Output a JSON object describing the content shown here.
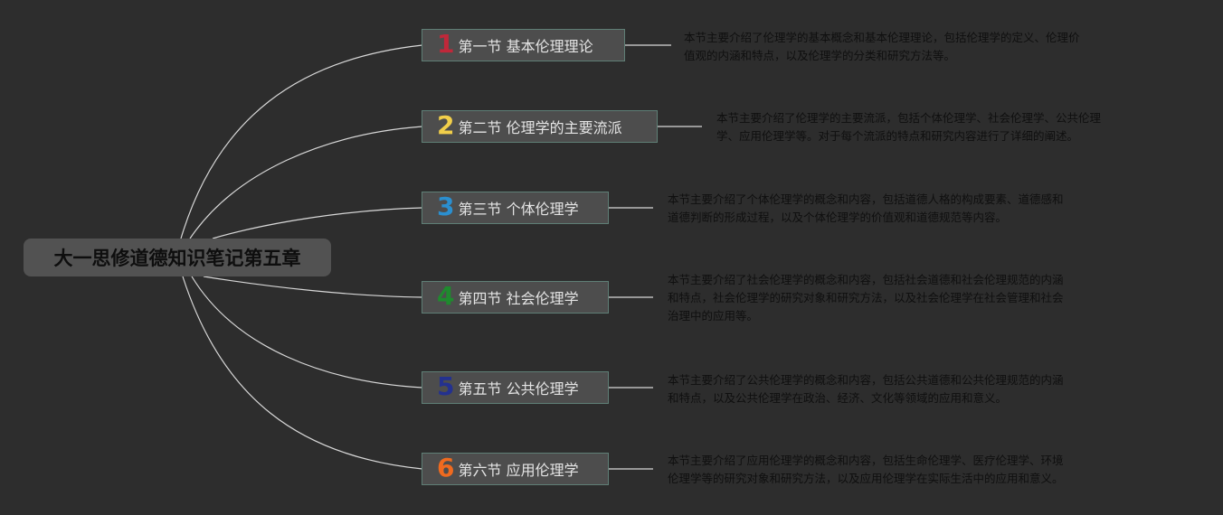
{
  "root": {
    "title": "大一思修道德知识笔记第五章"
  },
  "sections": [
    {
      "num": "1",
      "color": "#c0283a",
      "label": "第一节 基本伦理理论",
      "desc_lines": [
        "本节主要介绍了伦理学的基本概念和基本伦理理论，包括伦理学的定义、伦理价",
        "值观的内涵和特点，以及伦理学的分类和研究方法等。"
      ]
    },
    {
      "num": "2",
      "color": "#f2cf4a",
      "label": "第二节 伦理学的主要流派",
      "desc_lines": [
        "本节主要介绍了伦理学的主要流派，包括个体伦理学、社会伦理学、公共伦理",
        "学、应用伦理学等。对于每个流派的特点和研究内容进行了详细的阐述。"
      ]
    },
    {
      "num": "3",
      "color": "#2b8fcf",
      "label": "第三节 个体伦理学",
      "desc_lines": [
        "本节主要介绍了个体伦理学的概念和内容，包括道德人格的构成要素、道德感和",
        "道德判断的形成过程，以及个体伦理学的价值观和道德规范等内容。"
      ]
    },
    {
      "num": "4",
      "color": "#1f8a2e",
      "label": "第四节 社会伦理学",
      "desc_lines": [
        "本节主要介绍了社会伦理学的概念和内容，包括社会道德和社会伦理规范的内涵",
        "和特点，社会伦理学的研究对象和研究方法，以及社会伦理学在社会管理和社会",
        "治理中的应用等。"
      ]
    },
    {
      "num": "5",
      "color": "#24318f",
      "label": "第五节 公共伦理学",
      "desc_lines": [
        "本节主要介绍了公共伦理学的概念和内容，包括公共道德和公共伦理规范的内涵",
        "和特点，以及公共伦理学在政治、经济、文化等领域的应用和意义。"
      ]
    },
    {
      "num": "6",
      "color": "#ef6a1f",
      "label": "第六节 应用伦理学",
      "desc_lines": [
        "本节主要介绍了应用伦理学的概念和内容，包括生命伦理学、医疗伦理学、环境",
        "伦理学等的研究对象和研究方法，以及应用伦理学在实际生活中的应用和意义。"
      ]
    }
  ]
}
